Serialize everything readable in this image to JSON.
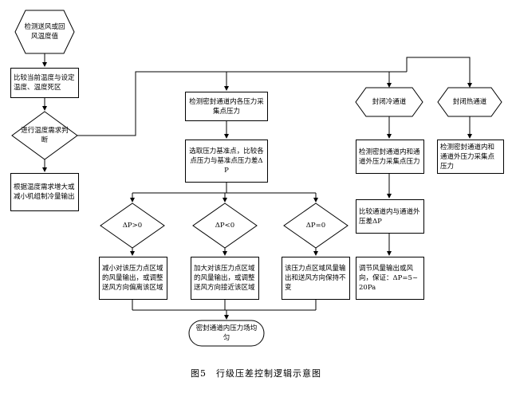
{
  "nodes": {
    "start": "检测送风或回风温度值",
    "compare_temp": "比较当前温度与设定温度、温度死区",
    "temp_demand": "进行温度需求判断",
    "adjust_cooling": "根据温度需求增大或减小机组制冷量输出",
    "detect_sealed": "检测密封通道内各压力采集点压力",
    "select_reference": "选取压力基准点，比较各点压力与基准点压力差ΔP",
    "cond_gt": "ΔP>0",
    "cond_lt": "ΔP<0",
    "cond_eq": "ΔP=0",
    "action_gt": "减小对该压力点区域的风量输出，或调整送风方向偏离该区域",
    "action_lt": "加大对该压力点区域的风量输出，或调整送风方向接近该区域",
    "action_eq": "该压力点区域风量输出和送风方向保持不变",
    "end": "密封通道内压力场均匀",
    "closed_cold": "封闭冷通道",
    "closed_hot": "封闭热通道",
    "detect_cold": "检测密封通道内和通道外压力采集点压力",
    "detect_hot": "检测密封通道内和通道外压力采集点压力",
    "compare_cold": "比较通道内与通道外压差ΔP",
    "adjust_airflow": "调节风量输出或风向，保证：ΔP=5~20Pa"
  },
  "caption": "图5　行级压差控制逻辑示意图"
}
